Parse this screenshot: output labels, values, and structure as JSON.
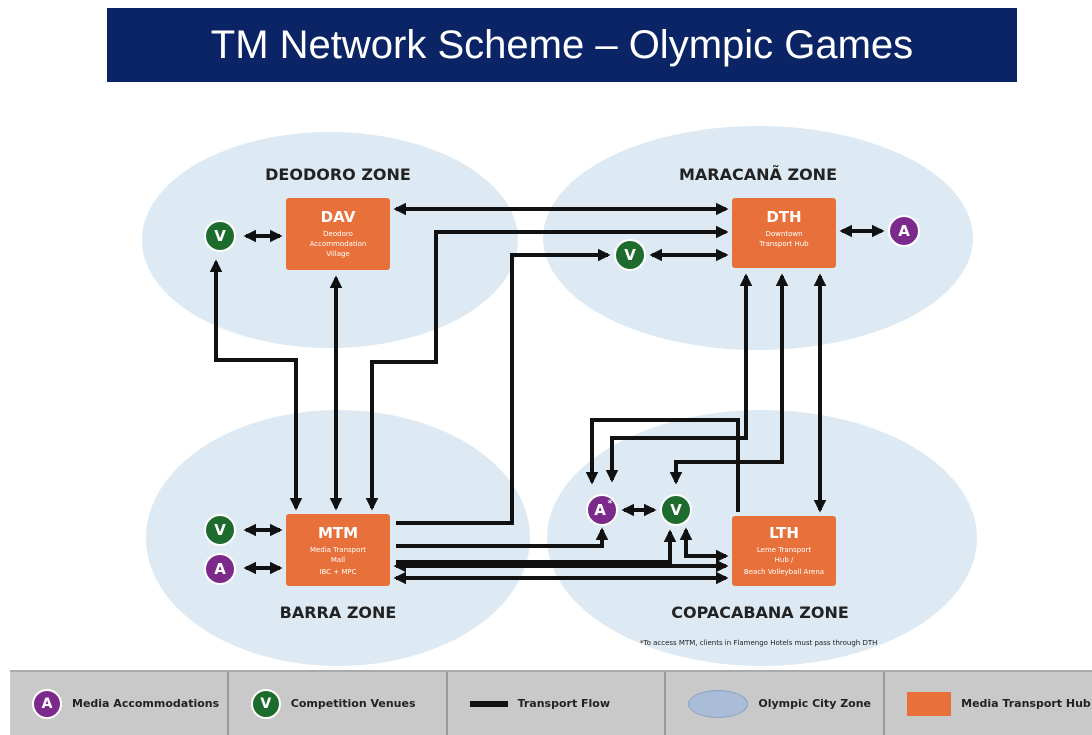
{
  "title": "TM Network Scheme – Olympic Games",
  "zones": {
    "deodoro": "DEODORO ZONE",
    "maracana": "MARACANÃ ZONE",
    "barra": "BARRA ZONE",
    "copacabana": "COPACABANA ZONE"
  },
  "hubs": {
    "dav": {
      "code": "DAV",
      "line1": "Deodoro",
      "line2": "Accommodation",
      "line3": "Village"
    },
    "dth": {
      "code": "DTH",
      "line1": "Downtown",
      "line2": "Transport Hub"
    },
    "mtm": {
      "code": "MTM",
      "line1": "Media Transport",
      "line2": "Mall",
      "line3": "IBC + MPC"
    },
    "lth": {
      "code": "LTH",
      "line1": "Leme Transport",
      "line2": "Hub /",
      "line3": "Beach Volleyball Arena"
    }
  },
  "markers": {
    "venue": "V",
    "accommodation": "A",
    "accommodation_star": "*"
  },
  "footnote": "*To access MTM, clients in Flamengo Hotels must pass through DTH",
  "legend": {
    "accommodations": "Media Accommodations",
    "venues": "Competition Venues",
    "transport_flow": "Transport Flow",
    "city_zone": "Olympic City Zone",
    "hub": "Media Transport Hub"
  },
  "colors": {
    "title_bg": "#0b2466",
    "zone": "#dde9f3",
    "hub": "#e8703a",
    "venue": "#1e6b2e",
    "accommodation": "#7b2a8c",
    "arrow": "#111111",
    "legend_bg": "#c9c9c9"
  }
}
